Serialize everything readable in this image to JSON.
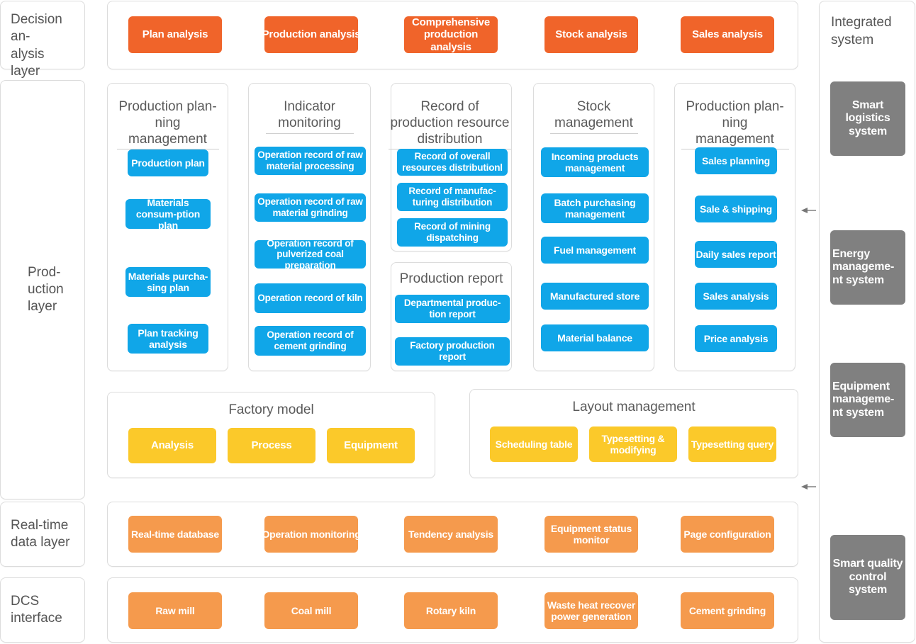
{
  "layers": [
    {
      "id": "decision",
      "label": "Decision an-\nalysis  layer"
    },
    {
      "id": "production",
      "label": "Prod-\nuction\nlayer"
    },
    {
      "id": "realtime",
      "label": "Real-time\ndata layer"
    },
    {
      "id": "dcs",
      "label": "DCS\ninterface"
    }
  ],
  "decision_layer": {
    "buttons": [
      {
        "label": "Plan analysis"
      },
      {
        "label": "Production analysis"
      },
      {
        "label": "Comprehensive production analysis"
      },
      {
        "label": "Stock analysis"
      },
      {
        "label": "Sales analysis"
      }
    ]
  },
  "production_layer": {
    "panels": [
      {
        "title": "Production plan-ning management",
        "title_underlined": true,
        "buttons": [
          {
            "label": "Production plan"
          },
          {
            "label": "Materials consum-ption plan"
          },
          {
            "label": "Materials purcha-sing plan"
          },
          {
            "label": "Plan tracking analysis"
          }
        ]
      },
      {
        "title": "Indicator monitoring",
        "title_underlined": true,
        "buttons": [
          {
            "label": "Operation record of raw material processing"
          },
          {
            "label": "Operation record of raw material grinding"
          },
          {
            "label": "Operation record of pulverized coal preparation"
          },
          {
            "label": "Operation record of kiln"
          },
          {
            "label": "Operation record of cement grinding"
          }
        ]
      },
      {
        "title": "Record of production resource distribution",
        "title_underlined": true,
        "buttons": [
          {
            "label": "Record of overall resources distributionl"
          },
          {
            "label": "Record of manufac-turing distribution"
          },
          {
            "label": "Record of mining dispatching"
          }
        ]
      },
      {
        "title": "Production report",
        "title_underlined": false,
        "buttons": [
          {
            "label": "Departmental produc-tion report"
          },
          {
            "label": "Factory production report"
          }
        ]
      },
      {
        "title": "Stock management",
        "title_underlined": true,
        "buttons": [
          {
            "label": "Incoming products management"
          },
          {
            "label": "Batch purchasing management"
          },
          {
            "label": "Fuel management"
          },
          {
            "label": "Manufactured store"
          },
          {
            "label": "Material balance"
          }
        ]
      },
      {
        "title": "Production plan-ning management",
        "title_underlined": true,
        "buttons": [
          {
            "label": "Sales planning"
          },
          {
            "label": "Sale & shipping"
          },
          {
            "label": "Daily sales report"
          },
          {
            "label": "Sales analysis"
          },
          {
            "label": "Price analysis"
          }
        ]
      }
    ],
    "factory_model": {
      "title": "Factory model",
      "buttons": [
        {
          "label": "Analysis"
        },
        {
          "label": "Process"
        },
        {
          "label": "Equipment"
        }
      ]
    },
    "layout_management": {
      "title": "Layout management",
      "buttons": [
        {
          "label": "Scheduling table"
        },
        {
          "label": "Typesetting & modifying"
        },
        {
          "label": "Typesetting query"
        }
      ]
    }
  },
  "realtime_layer": {
    "buttons": [
      {
        "label": "Real-time database"
      },
      {
        "label": "Operation monitoring"
      },
      {
        "label": "Tendency analysis"
      },
      {
        "label": "Equipment status monitor"
      },
      {
        "label": "Page configuration"
      }
    ]
  },
  "dcs_layer": {
    "buttons": [
      {
        "label": "Raw mill"
      },
      {
        "label": "Coal mill"
      },
      {
        "label": "Rotary kiln"
      },
      {
        "label": "Waste heat recover power generation"
      },
      {
        "label": "Cement grinding"
      }
    ]
  },
  "integrated_system": {
    "title": "Integrated system",
    "buttons": [
      {
        "label": "Smart logistics system"
      },
      {
        "label": "Energy manageme-nt system"
      },
      {
        "label": "Equipment manageme-nt system"
      },
      {
        "label": "Smart quality control system"
      }
    ]
  },
  "connectors": [
    {
      "name": "arrow-to-production-layer",
      "direction": "left"
    },
    {
      "name": "arrow-to-layout-management",
      "direction": "left"
    }
  ],
  "colors": {
    "orange_dark": "#F0642A",
    "orange_light": "#F59A4D",
    "blue": "#10A6E8",
    "yellow": "#FBC92A",
    "gray": "#808080",
    "panel_border": "#DCDCDC",
    "text": "#555555"
  }
}
